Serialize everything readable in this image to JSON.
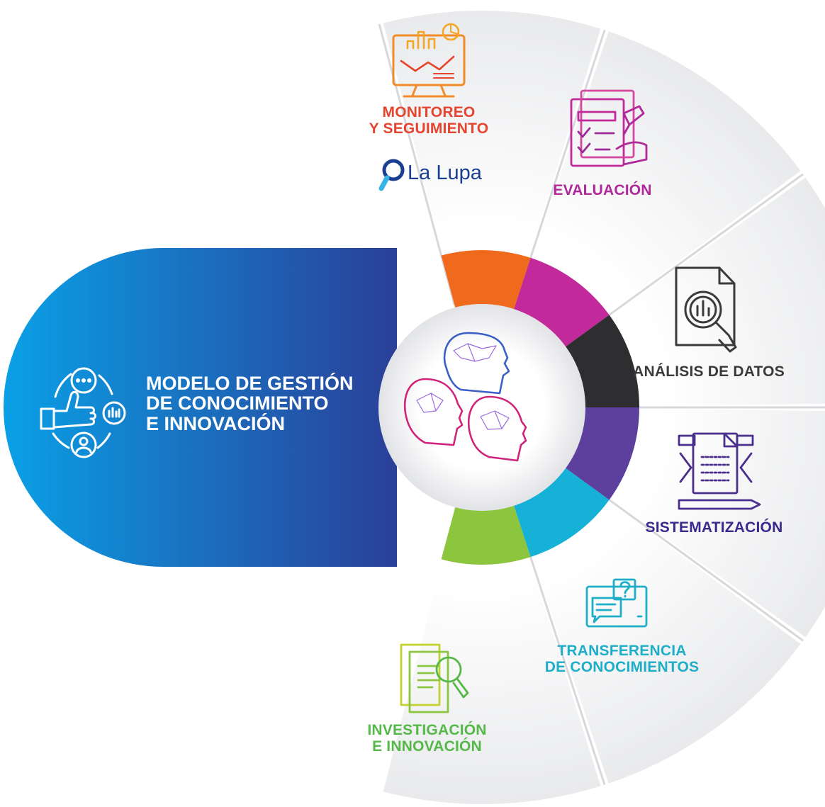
{
  "title_lines": [
    "MODELO DE GESTIÓN",
    "DE CONOCIMIENTO",
    "E INNOVACIÓN"
  ],
  "brand": {
    "name": "La Lupa",
    "color": "#1b3f92"
  },
  "segments": [
    {
      "id": "monitoreo",
      "lines": [
        "MONITOREO",
        "Y SEGUIMIENTO"
      ],
      "color": "#e5452f",
      "ring_color": "#f06a1e",
      "icon": "monitor-chart-icon"
    },
    {
      "id": "evaluacion",
      "lines": [
        "EVALUACIÓN"
      ],
      "color": "#b0289a",
      "ring_color": "#c2299a",
      "icon": "checklist-pen-icon"
    },
    {
      "id": "analisis",
      "lines": [
        "ANÁLISIS DE DATOS"
      ],
      "color": "#3a3a3c",
      "ring_color": "#2e2e30",
      "icon": "document-magnifier-icon"
    },
    {
      "id": "sistematizacion",
      "lines": [
        "SISTEMATIZACIÓN"
      ],
      "color": "#3b2a8c",
      "ring_color": "#5d3f9e",
      "icon": "document-gears-icon"
    },
    {
      "id": "transferencia",
      "lines": [
        "TRANSFERENCIA",
        "DE CONOCIMIENTOS"
      ],
      "color": "#1eaec8",
      "ring_color": "#15b1d6",
      "icon": "chat-screen-icon"
    },
    {
      "id": "investigacion",
      "lines": [
        "INVESTIGACIÓN",
        "E INNOVACIÓN"
      ],
      "color": "#55b848",
      "ring_color": "#8cc63f",
      "icon": "research-magnifier-icon"
    }
  ],
  "center_icon": "brains-network-icon",
  "model_icon": "thumbs-up-cycle-icon",
  "colors": {
    "pill_start": "#0aa0e6",
    "pill_end": "#2a3f98",
    "ring_grey": "#f2f2f3"
  }
}
